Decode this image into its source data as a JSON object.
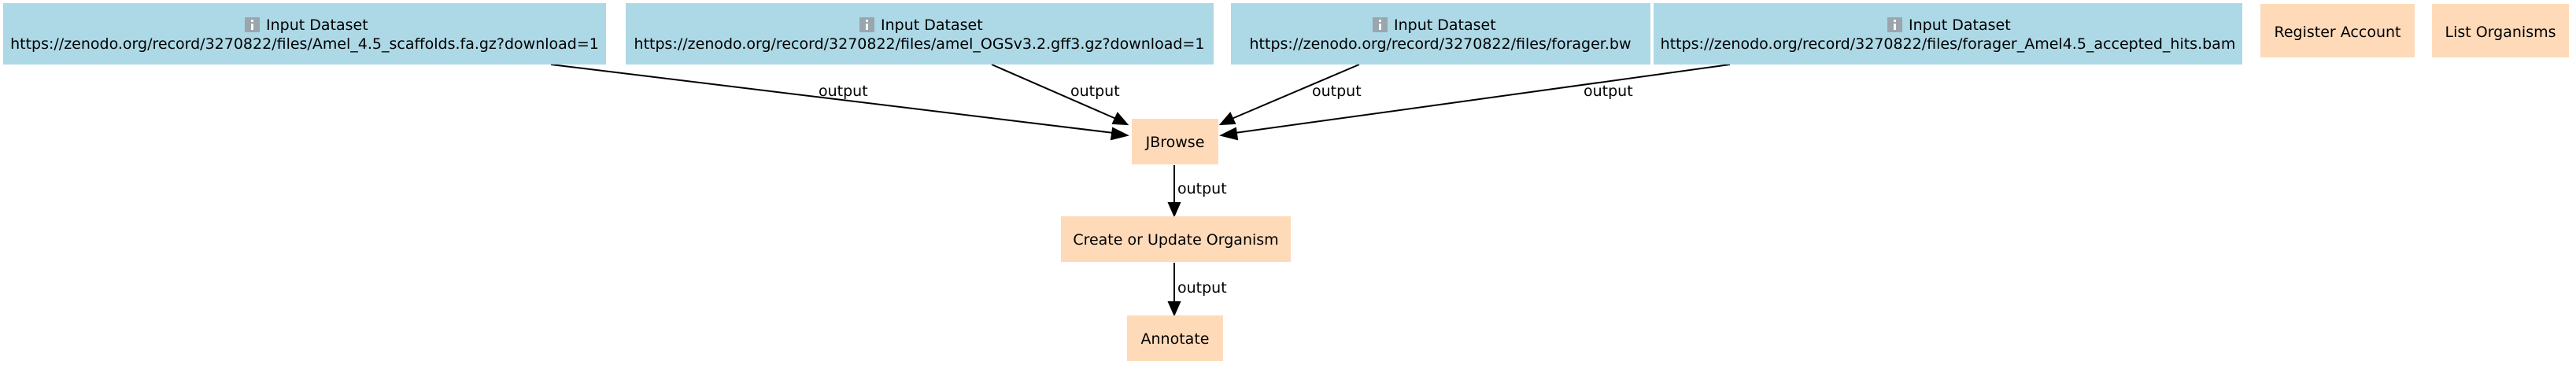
{
  "colors": {
    "input_fill": "#add8e6",
    "tool_fill": "#ffdab9",
    "edge": "#000000",
    "background": "#ffffff",
    "icon_fill": "#9aa5ad"
  },
  "nodes": {
    "input1": {
      "label": "Input Dataset",
      "url": "https://zenodo.org/record/3270822/files/Amel_4.5_scaffolds.fa.gz?download=1",
      "icon": "info-icon"
    },
    "input2": {
      "label": "Input Dataset",
      "url": "https://zenodo.org/record/3270822/files/amel_OGSv3.2.gff3.gz?download=1",
      "icon": "info-icon"
    },
    "input3": {
      "label": "Input Dataset",
      "url": "https://zenodo.org/record/3270822/files/forager.bw",
      "icon": "info-icon"
    },
    "input4": {
      "label": "Input Dataset",
      "url": "https://zenodo.org/record/3270822/files/forager_Amel4.5_accepted_hits.bam",
      "icon": "info-icon"
    },
    "register_account": {
      "label": "Register Account"
    },
    "list_organisms": {
      "label": "List Organisms"
    },
    "jbrowse": {
      "label": "JBrowse"
    },
    "create_update_organism": {
      "label": "Create or Update Organism"
    },
    "annotate": {
      "label": "Annotate"
    }
  },
  "edges": {
    "input1_to_jbrowse": "output",
    "input2_to_jbrowse": "output",
    "input3_to_jbrowse": "output",
    "input4_to_jbrowse": "output",
    "jbrowse_to_create": "output",
    "create_to_annotate": "output"
  }
}
